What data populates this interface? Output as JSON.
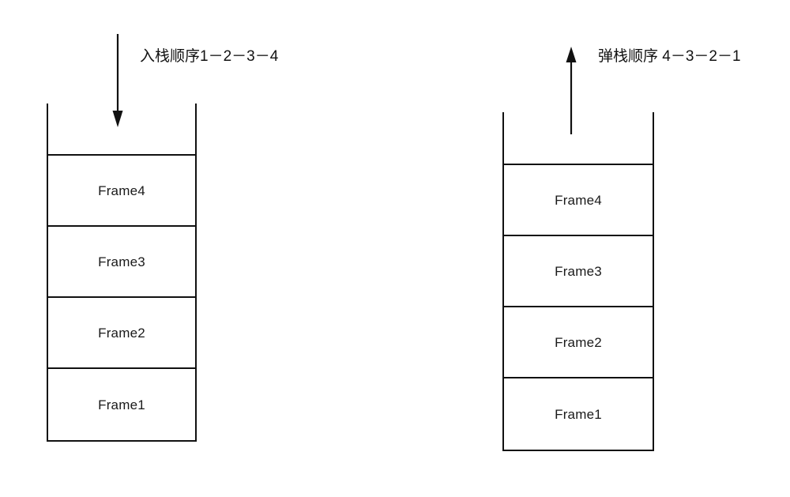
{
  "diagram": {
    "title": "Stack frame push and pop order diagram",
    "colors": {
      "stroke": "#111111",
      "background": "#ffffff",
      "text": "#121212"
    },
    "push_side": {
      "caption": "入栈顺序1－2－3－4",
      "arrow_direction": "down",
      "arrow_icon_name": "arrow-down-icon",
      "stack_name": "push-stack",
      "frames": [
        {
          "label": "Frame4"
        },
        {
          "label": "Frame3"
        },
        {
          "label": "Frame2"
        },
        {
          "label": "Frame1"
        }
      ]
    },
    "pop_side": {
      "caption": "弹栈顺序 4－3－2－1",
      "arrow_direction": "up",
      "arrow_icon_name": "arrow-up-icon",
      "stack_name": "pop-stack",
      "frames": [
        {
          "label": "Frame4"
        },
        {
          "label": "Frame3"
        },
        {
          "label": "Frame2"
        },
        {
          "label": "Frame1"
        }
      ]
    }
  }
}
